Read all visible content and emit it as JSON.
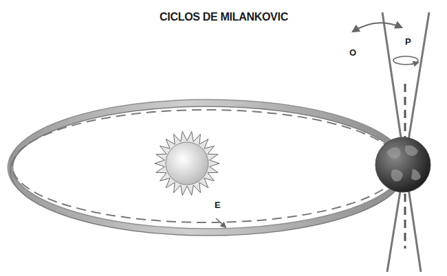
{
  "diagram": {
    "title": "CICLOS DE MILANKOVIC",
    "labels": [
      "O",
      "P",
      "E"
    ]
  }
}
